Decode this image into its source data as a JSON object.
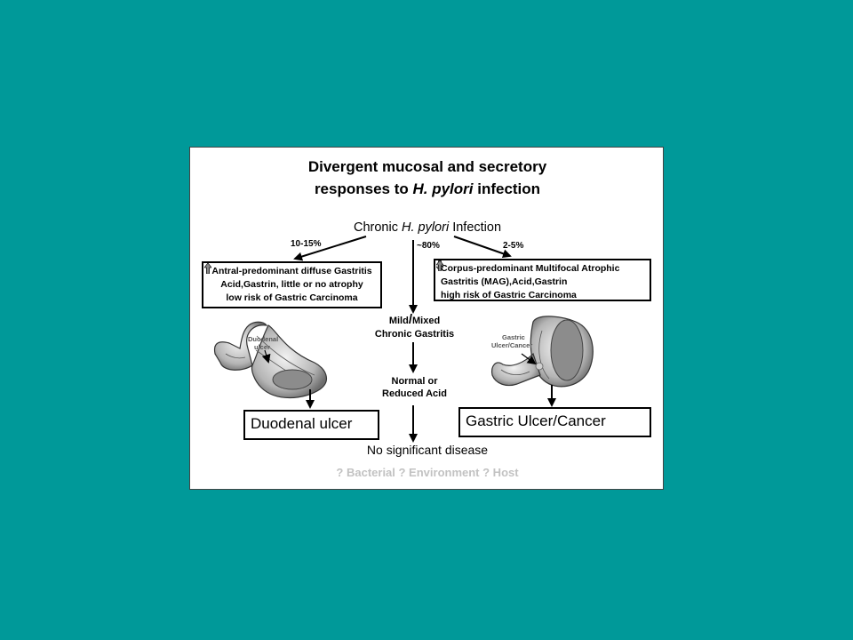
{
  "title": {
    "line1": "Divergent mucosal and secretory",
    "line2_prefix": "responses to ",
    "line2_italic": "H. pylori",
    "line2_suffix": " infection"
  },
  "infection": {
    "prefix": "Chronic ",
    "italic": "H. pylori",
    "suffix": " Infection"
  },
  "percentages": {
    "left": "10-15%",
    "middle": "~80%",
    "right": "2-5%"
  },
  "left_box": {
    "line1": "Antral-predominant diffuse Gastritis",
    "line2_acid": "Acid,",
    "line2_rest": "Gastrin, little or no atrophy",
    "line3": "low risk of Gastric Carcinoma"
  },
  "right_box": {
    "line1": "Corpus-predominant Multifocal Atrophic",
    "line2_start": "Gastritis (MAG),",
    "line2_acid": "Acid,",
    "line2_gastrin": "Gastrin",
    "line3": "high risk of Gastric Carcinoma"
  },
  "middle": {
    "mild_a": "Mild",
    "slash": "/",
    "mild_b": "Mixed",
    "chronic": "Chronic Gastritis",
    "normal": "Normal or",
    "reduced": "Reduced Acid"
  },
  "stomach_labels": {
    "left_line1": "Duodenal",
    "left_line2": "ulcer",
    "right_line1": "Gastric",
    "right_line2": "Ulcer/Cancer"
  },
  "outcomes": {
    "left": "Duodenal ulcer",
    "right": "Gastric Ulcer/Cancer",
    "none": "No significant disease"
  },
  "footer": "? Bacterial ? Environment ? Host",
  "colors": {
    "background": "#009999",
    "slide": "#ffffff",
    "ellipse": "#8c8c8c",
    "footer": "#c2c2c2",
    "up_arrow": "#888888",
    "down_arrow": "#888888"
  }
}
